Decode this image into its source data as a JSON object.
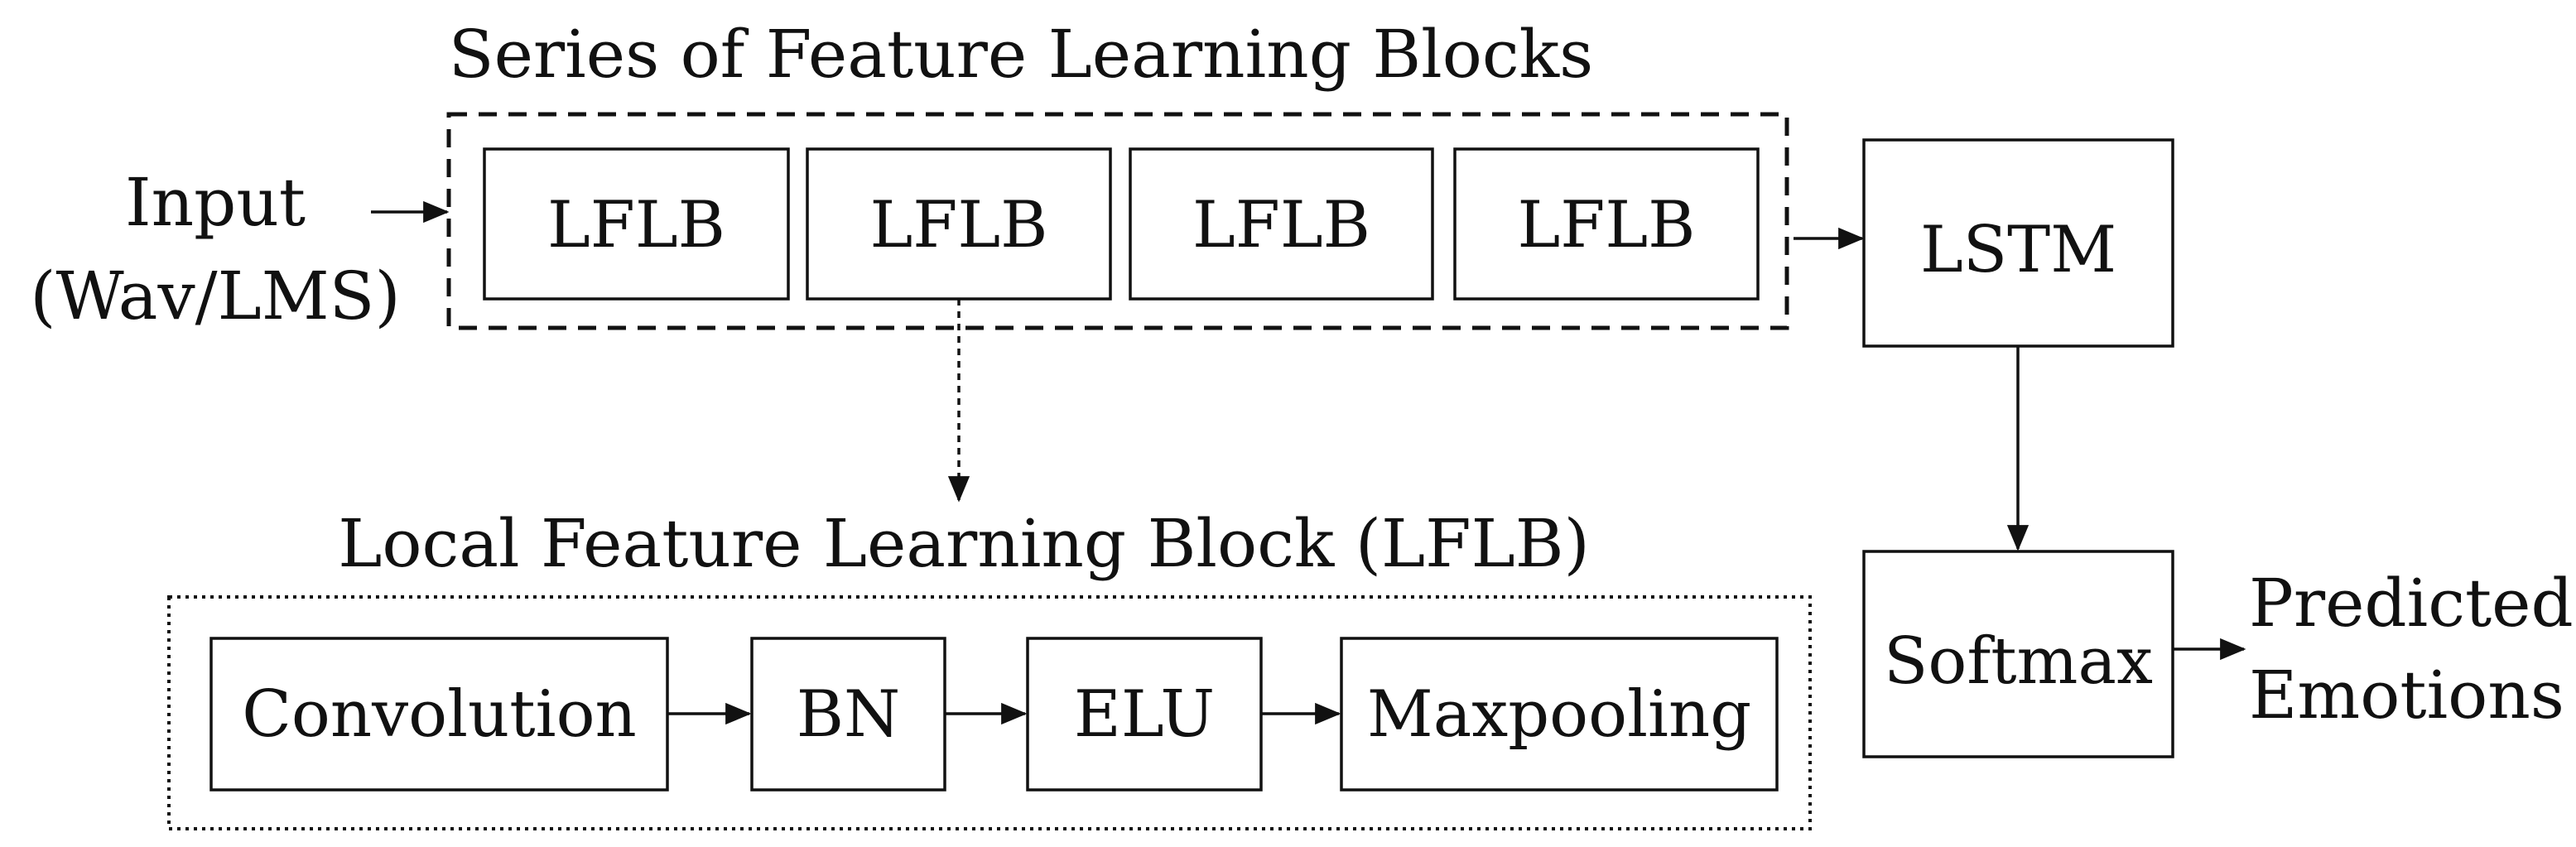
{
  "input": {
    "line1": "Input",
    "line2": "(Wav/LMS)"
  },
  "series_group": {
    "title": "Series of Feature Learning Blocks",
    "blocks": [
      "LFLB",
      "LFLB",
      "LFLB",
      "LFLB"
    ]
  },
  "lstm": {
    "label": "LSTM"
  },
  "softmax": {
    "label": "Softmax"
  },
  "output": {
    "line1": "Predicted",
    "line2": "Emotions"
  },
  "lflb_detail": {
    "title": "Local Feature Learning Block (LFLB)",
    "steps": [
      "Convolution",
      "BN",
      "ELU",
      "Maxpooling"
    ]
  }
}
